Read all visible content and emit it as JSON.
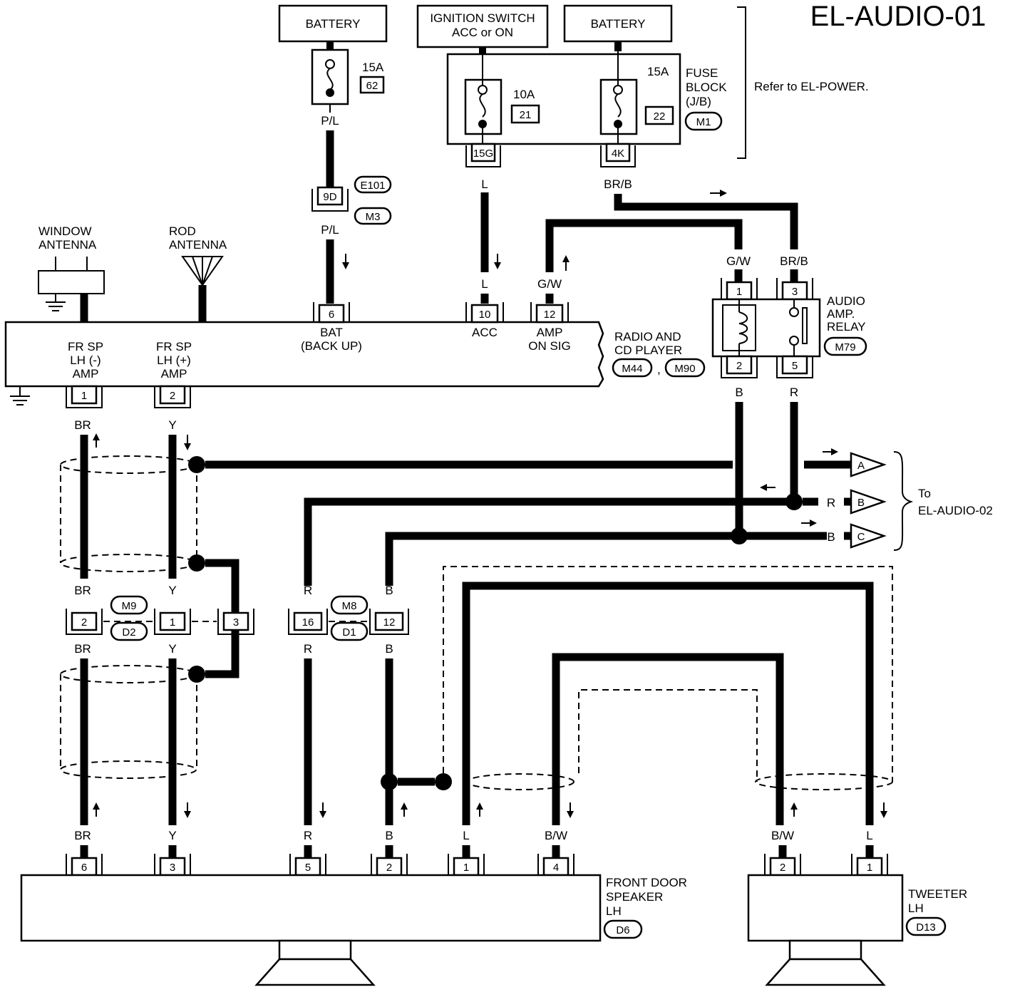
{
  "page_title": "EL-AUDIO-01",
  "sources": {
    "battery_left": "BATTERY",
    "ignition_line1": "IGNITION SWITCH",
    "ignition_line2": "ACC or ON",
    "battery_right": "BATTERY"
  },
  "fuses": {
    "f62_amp": "15A",
    "f62_num": "62",
    "f21_amp": "10A",
    "f21_num": "21",
    "f22_amp": "15A",
    "f22_num": "22"
  },
  "fuse_block": {
    "line1": "FUSE",
    "line2": "BLOCK",
    "line3": "(J/B)",
    "conn": "M1",
    "ref_note": "Refer to EL-POWER.",
    "term_acc": "15G",
    "term_bat": "4K"
  },
  "harness_connectors": {
    "e101": "E101",
    "m3": "M3",
    "pin_9d": "9D",
    "m9": "M9",
    "d2": "D2",
    "m8": "M8",
    "d1": "D1"
  },
  "wire_colors": {
    "pl_top": "P/L",
    "pl_mid": "P/L",
    "l_top": "L",
    "l_mid": "L",
    "brb_top": "BR/B",
    "gw_radio": "G/W",
    "gw_relay": "G/W",
    "brb_relay": "BR/B",
    "b_relay": "B",
    "r_relay": "R",
    "br1": "BR",
    "y1": "Y",
    "br2": "BR",
    "y2": "Y",
    "br3": "BR",
    "y3": "Y",
    "br4": "BR",
    "y4": "Y",
    "r1": "R",
    "r2": "R",
    "r3": "R",
    "b1": "B",
    "b2": "B",
    "b3": "B",
    "l_spk": "L",
    "bw_spk": "B/W",
    "bw_tw": "B/W",
    "l_tw": "L",
    "r_out": "R",
    "b_out": "B"
  },
  "antennas": {
    "window_line1": "WINDOW",
    "window_line2": "ANTENNA",
    "rod_line1": "ROD",
    "rod_line2": "ANTENNA"
  },
  "radio": {
    "name_line1": "RADIO AND",
    "name_line2": "CD PLAYER",
    "conn1": "M44",
    "sep": ",",
    "conn2": "M90",
    "bat_label1": "BAT",
    "bat_label2": "(BACK UP)",
    "acc_label": "ACC",
    "amp_label1": "AMP",
    "amp_label2": "ON SIG",
    "sp_neg_1": "FR SP",
    "sp_neg_2": "LH (-)",
    "sp_neg_3": "AMP",
    "sp_pos_1": "FR SP",
    "sp_pos_2": "LH (+)",
    "sp_pos_3": "AMP",
    "pins": {
      "bat": "6",
      "acc": "10",
      "amp": "12",
      "neg": "1",
      "pos": "2"
    }
  },
  "relay": {
    "line1": "AUDIO",
    "line2": "AMP.",
    "line3": "RELAY",
    "conn": "M79",
    "pins": {
      "p1": "1",
      "p2": "2",
      "p3": "3",
      "p5": "5"
    }
  },
  "joint_pins": {
    "m9_2": "2",
    "m9_1": "1",
    "m9_3": "3",
    "m8_16": "16",
    "m8_12": "12"
  },
  "outputs": {
    "a": "A",
    "b": "B",
    "c": "C",
    "to_line1": "To",
    "to_line2": "EL-AUDIO-02"
  },
  "front_speaker": {
    "line1": "FRONT DOOR",
    "line2": "SPEAKER",
    "line3": "LH",
    "conn": "D6",
    "pins": [
      "6",
      "3",
      "5",
      "2",
      "1",
      "4"
    ]
  },
  "tweeter": {
    "line1": "TWEETER",
    "line2": "LH",
    "conn": "D13",
    "pins": [
      "2",
      "1"
    ]
  }
}
